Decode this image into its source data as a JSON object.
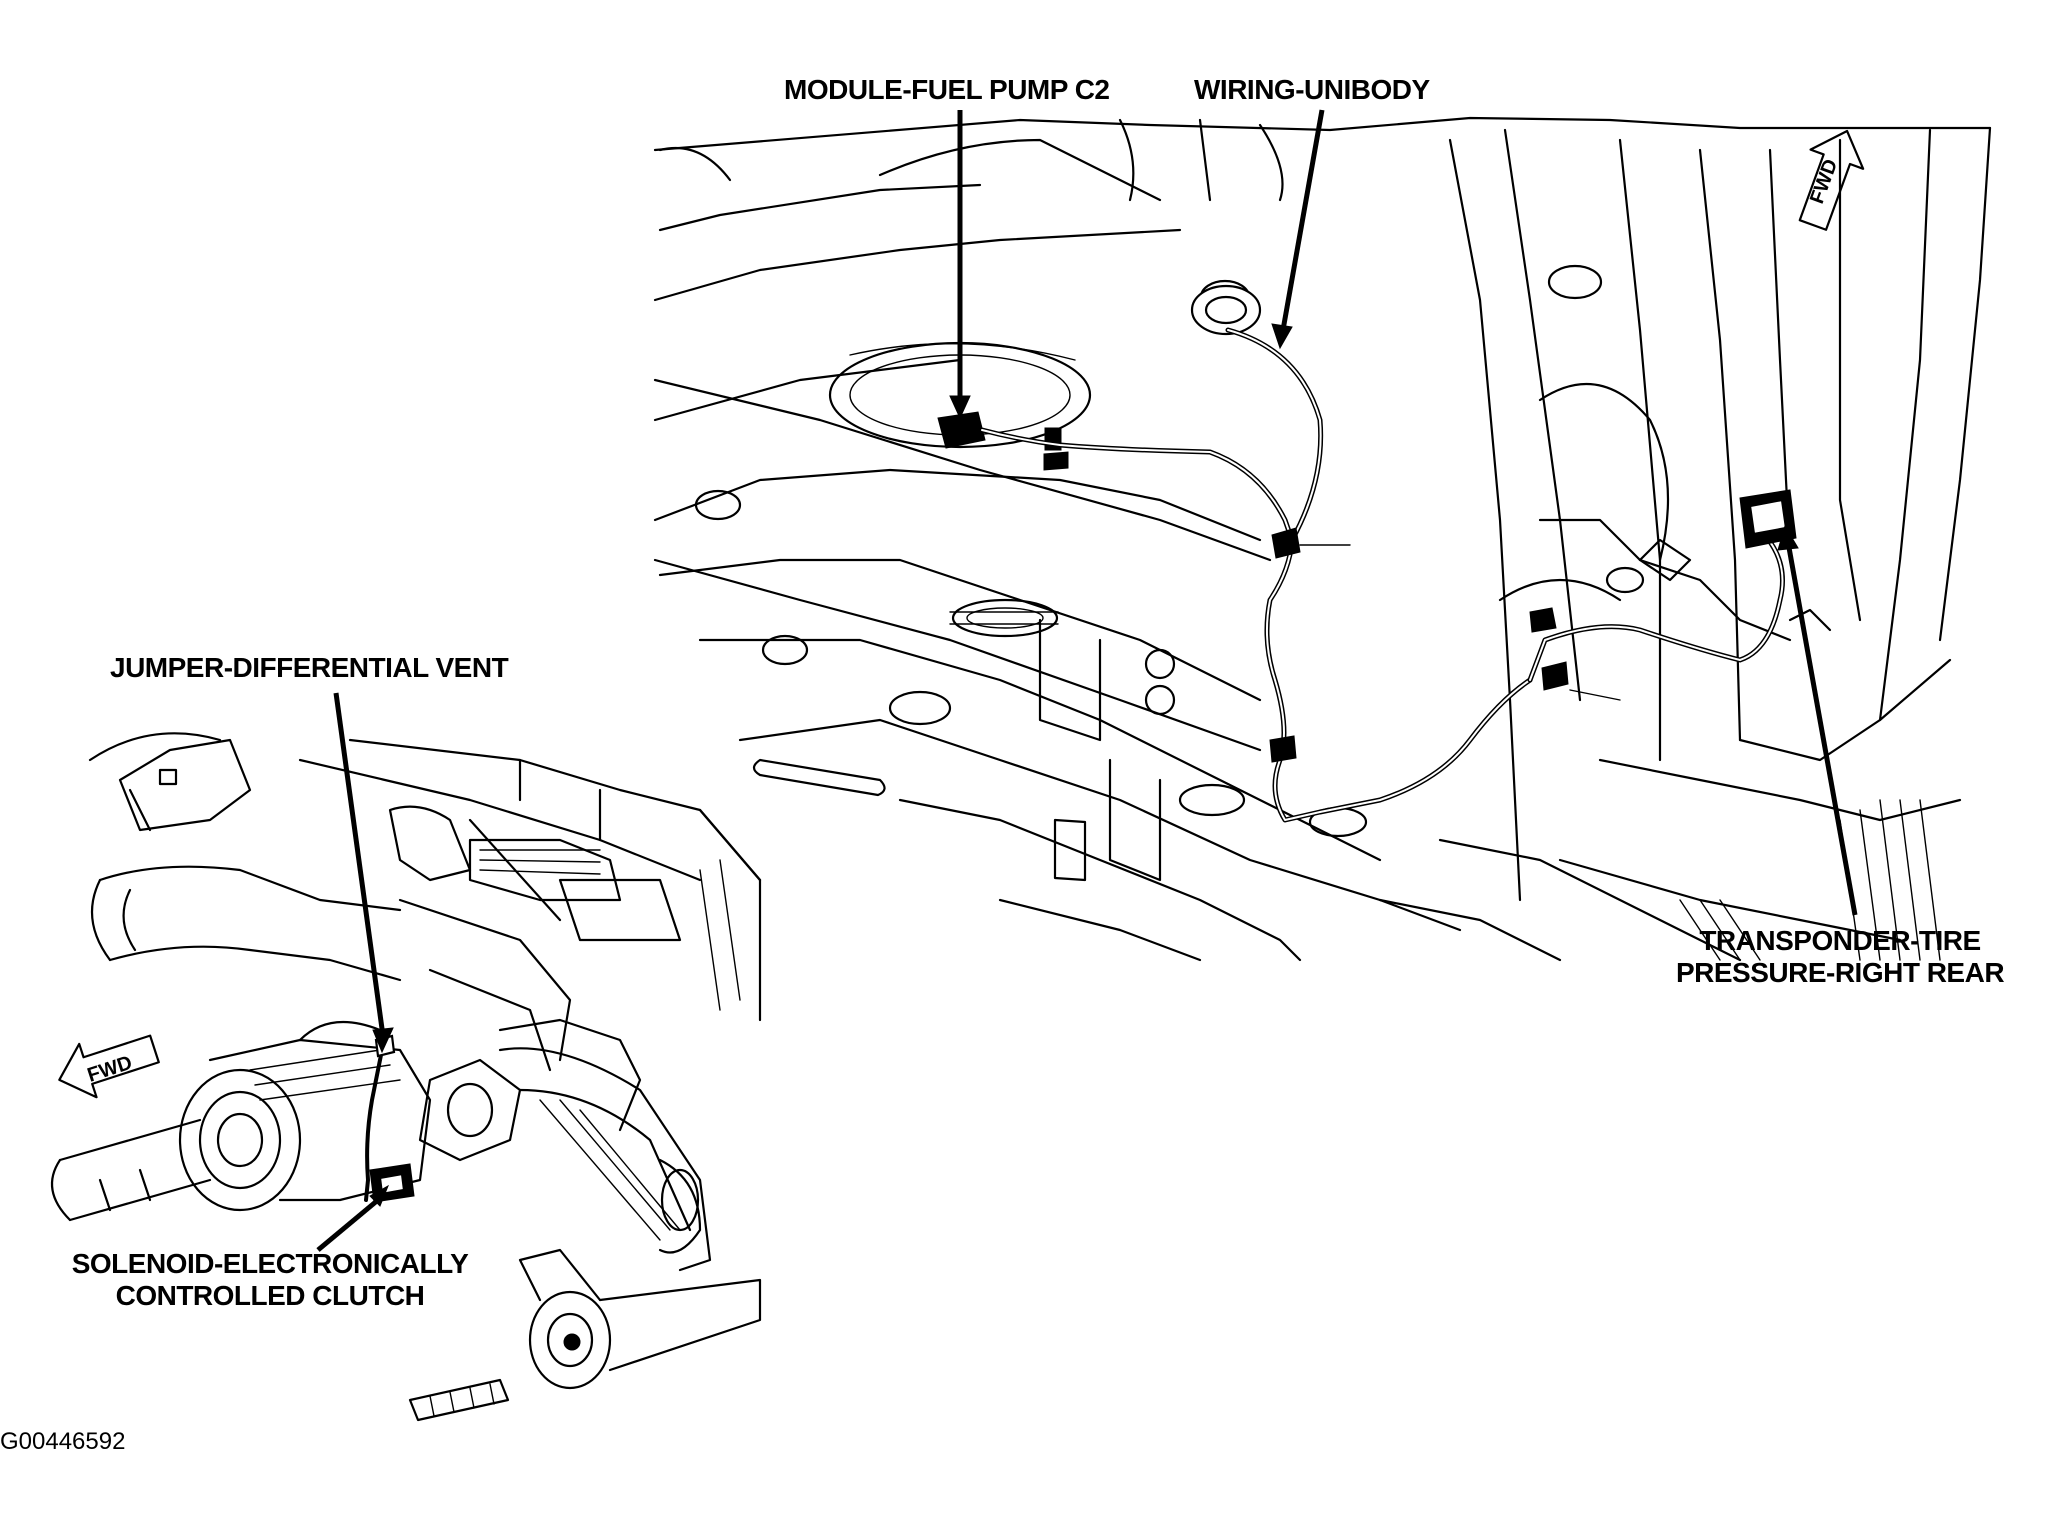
{
  "callouts": {
    "fuel_pump_module": "MODULE-FUEL PUMP C2",
    "wiring_unibody": "WIRING-UNIBODY",
    "transponder_line1": "TRANSPONDER-TIRE",
    "transponder_line2": "PRESSURE-RIGHT REAR",
    "jumper_vent": "JUMPER-DIFFERENTIAL VENT",
    "solenoid_line1": "SOLENOID-ELECTRONICALLY",
    "solenoid_line2": "CONTROLLED CLUTCH"
  },
  "figure_id": "G00446592",
  "direction_marker": "FWD"
}
